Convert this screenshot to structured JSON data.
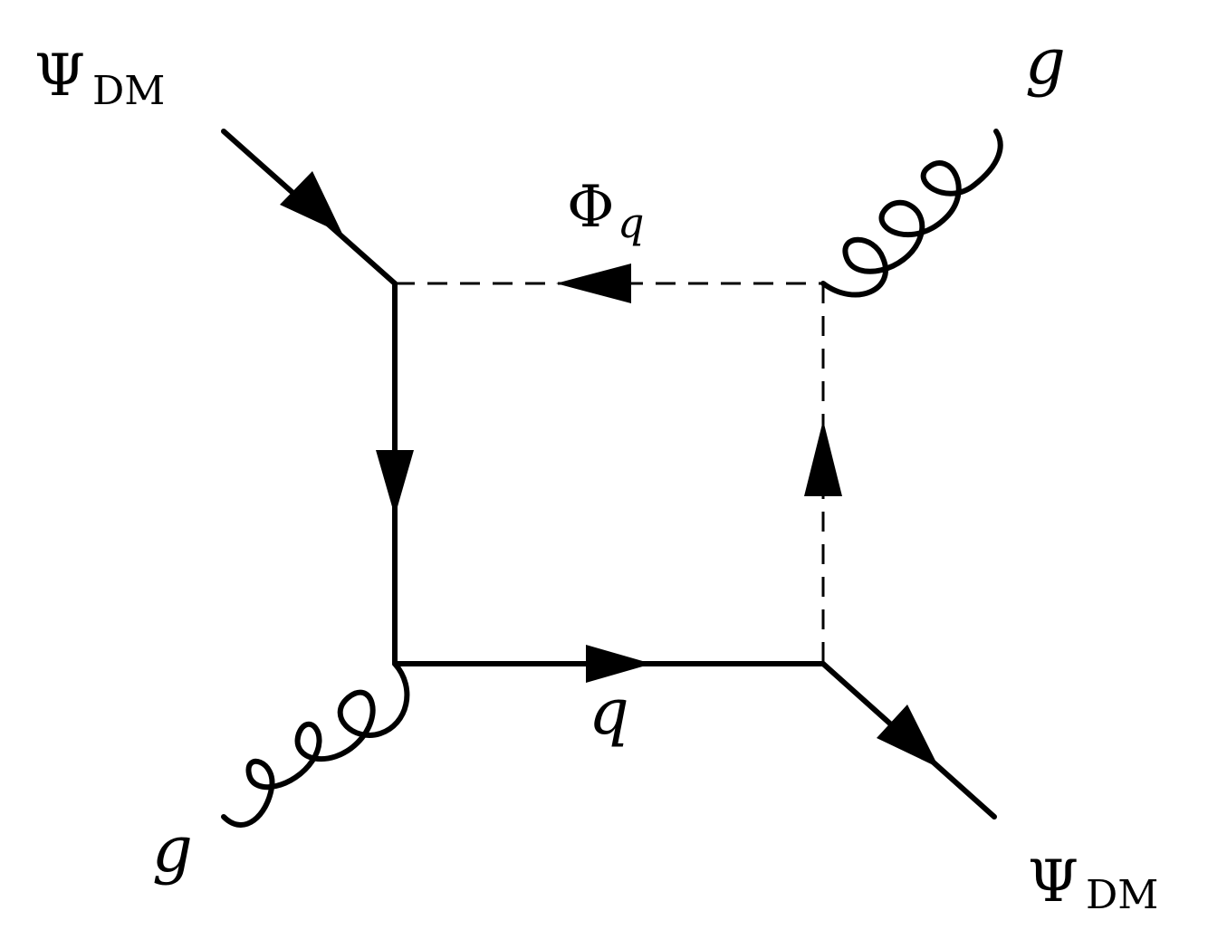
{
  "diagram": {
    "labels": {
      "psi_in": {
        "symbol": "Ψ",
        "sub": "DM"
      },
      "psi_out": {
        "symbol": "Ψ",
        "sub": "DM"
      },
      "gluon_top": "g",
      "gluon_bottom": "g",
      "phi": {
        "symbol": "Φ",
        "sub": "q"
      },
      "quark": "q"
    }
  }
}
